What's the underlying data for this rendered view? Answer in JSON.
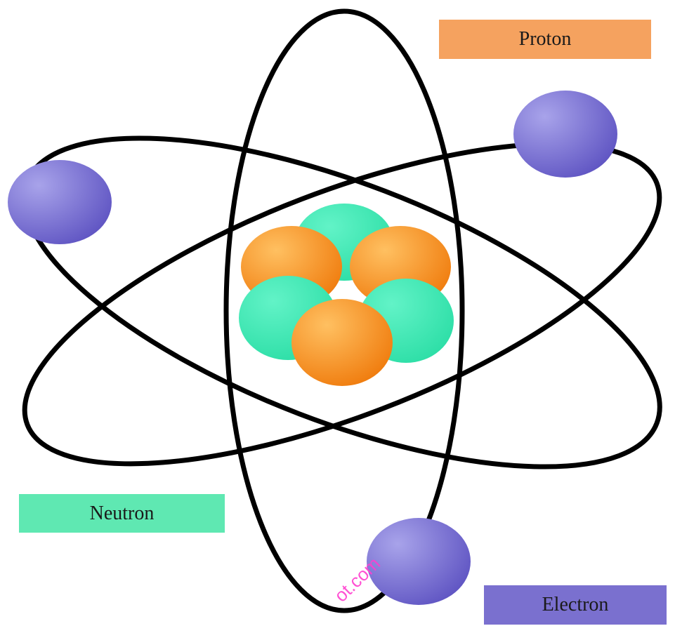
{
  "legend": {
    "proton": {
      "label": "Proton",
      "color": "#f5a25f"
    },
    "neutron": {
      "label": "Neutron",
      "color": "#5fe8b2"
    },
    "electron": {
      "label": "Electron",
      "color": "#7a70cf"
    }
  },
  "colors": {
    "orbit": "#000000",
    "proton_light": "#ffb347",
    "proton_dark": "#f07a08",
    "neutron_light": "#56f0c0",
    "neutron_dark": "#2ee0a8",
    "electron_light": "#9b95e4",
    "electron_dark": "#5e52c4"
  },
  "atom": {
    "orbit_count": 3,
    "electron_count": 3,
    "nucleus": {
      "protons": 3,
      "neutrons": 3
    }
  },
  "watermark": "ot.com"
}
